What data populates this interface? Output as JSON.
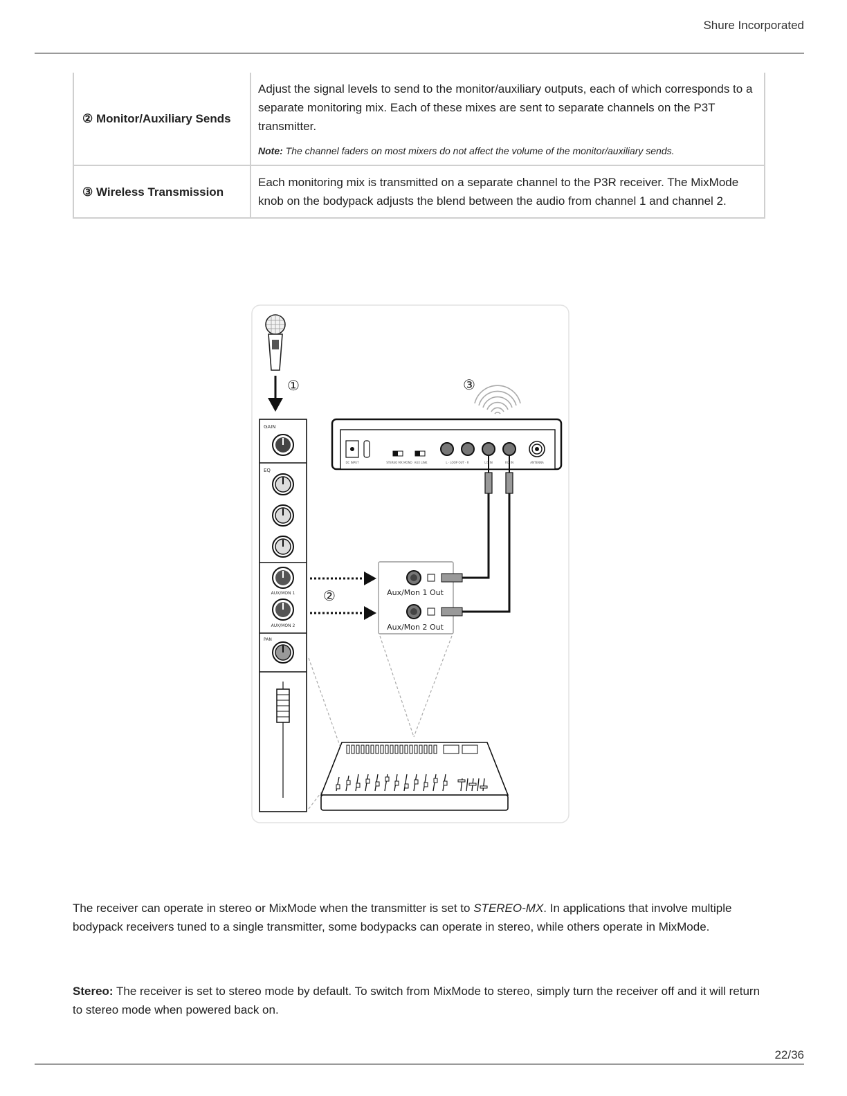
{
  "header": {
    "brand": "Shure Incorporated"
  },
  "table": {
    "rows": [
      {
        "num": "②",
        "label": "Monitor/Auxiliary Sends",
        "desc": "Adjust the signal levels to send to the monitor/auxiliary outputs, each of which corresponds to a separate monitoring mix. Each of these mixes are sent to separate channels on the P3T transmitter.",
        "note_label": "Note:",
        "note_text": "The channel faders on most mixers do not affect the volume of the monitor/auxiliary sends."
      },
      {
        "num": "③",
        "label": "Wireless Transmission",
        "desc": "Each monitoring mix is transmitted on a separate channel to the P3R receiver. The MixMode knob on the bodypack adjusts the blend between the audio from channel 1 and channel 2."
      }
    ]
  },
  "figure": {
    "callouts": [
      "①",
      "②",
      "③"
    ],
    "strip_labels": {
      "gain": "GAIN",
      "eq": "EQ",
      "aux1": "AUX/MON 1",
      "aux2": "AUX/MON 2",
      "pan": "PAN"
    },
    "jack_labels": {
      "out1": "Aux/Mon 1 Out",
      "out2": "Aux/Mon 2 Out"
    },
    "transmitter_labels": {
      "dc": "DC INPUT",
      "stereo": "STEREO MX MONO",
      "aux_link": "AUX LINK",
      "loop": "L · LOOP OUT · R",
      "in_l": "L/1 IN",
      "in_r": "R/2 IN",
      "antenna": "ANTENNA"
    },
    "icons": [
      "microphone-icon",
      "wireless-signal-icon",
      "mixing-console-icon"
    ]
  },
  "body": {
    "p1_a": "The receiver can operate in stereo or MixMode when the transmitter is set to ",
    "p1_em": "STEREO-MX",
    "p1_b": ". In applications that involve multiple bodypack receivers tuned to a single transmitter, some bodypacks can operate in stereo, while others operate in MixMode.",
    "p2_label": "Stereo:",
    "p2_text": " The receiver is set to stereo mode by default. To switch from MixMode to stereo, simply turn the receiver off and it will return to stereo mode when powered back on."
  },
  "footer": {
    "page": "22/36"
  }
}
